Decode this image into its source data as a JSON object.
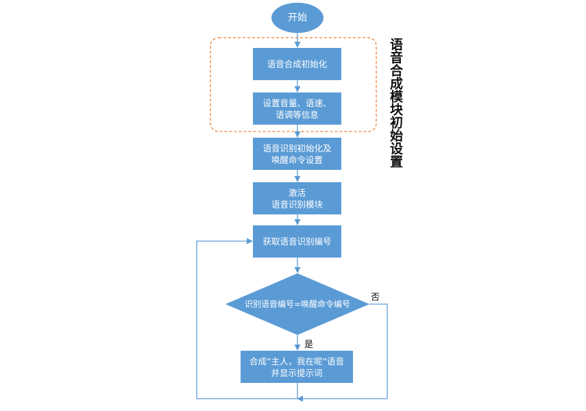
{
  "colors": {
    "node_fill": "#5b9bd5",
    "start_fill": "#5b9bd5",
    "arrow": "#5b9bd5",
    "group_border": "#ed7d31"
  },
  "nodes": {
    "start": "开始",
    "tts_init": "语音合成初始化",
    "set_params_line1": "设置音量、语速、",
    "set_params_line2": "语调等信息",
    "asr_init_line1": "语音识别初始化及",
    "asr_init_line2": "唤醒命令设置",
    "activate_line1": "激活",
    "activate_line2": "语音识别模块",
    "get_id": "获取语音识别编号",
    "decision": "识别语音编号=唤醒命令编号",
    "synth_line1": "合成“主人，我在呢”语音",
    "synth_line2": "并显示提示词"
  },
  "group_label": "语音合成模块初始设置",
  "branches": {
    "no": "否",
    "yes": "是"
  }
}
